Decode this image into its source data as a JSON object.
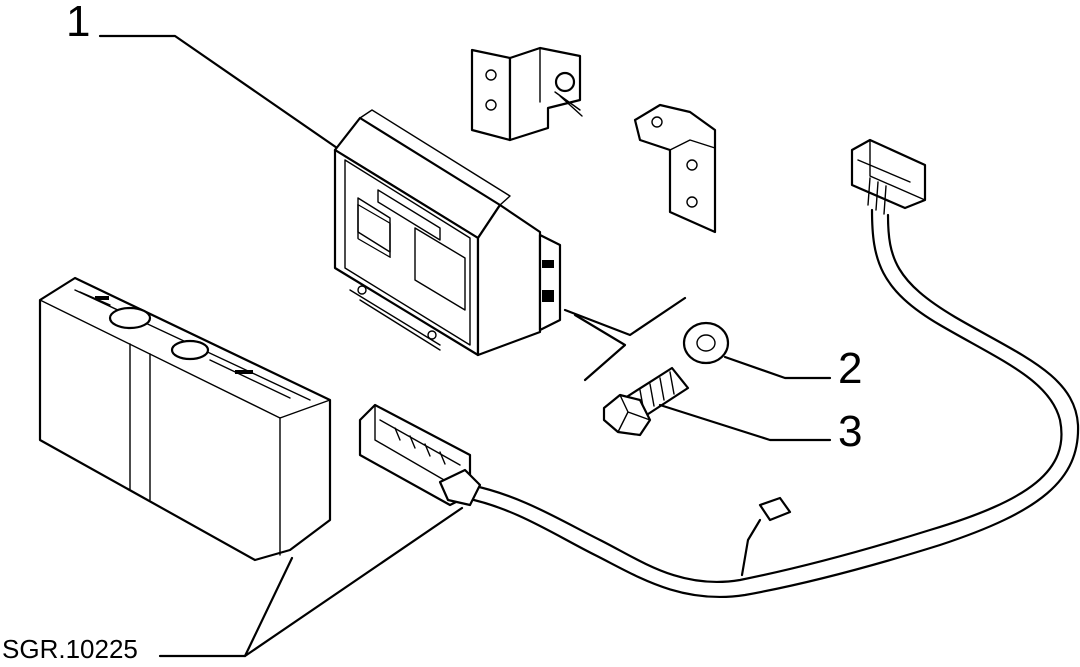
{
  "diagram": {
    "reference_code": "SGR.10225",
    "callouts": [
      {
        "number": "1",
        "part": "control-unit"
      },
      {
        "number": "2",
        "part": "washer"
      },
      {
        "number": "3",
        "part": "bolt"
      }
    ]
  }
}
